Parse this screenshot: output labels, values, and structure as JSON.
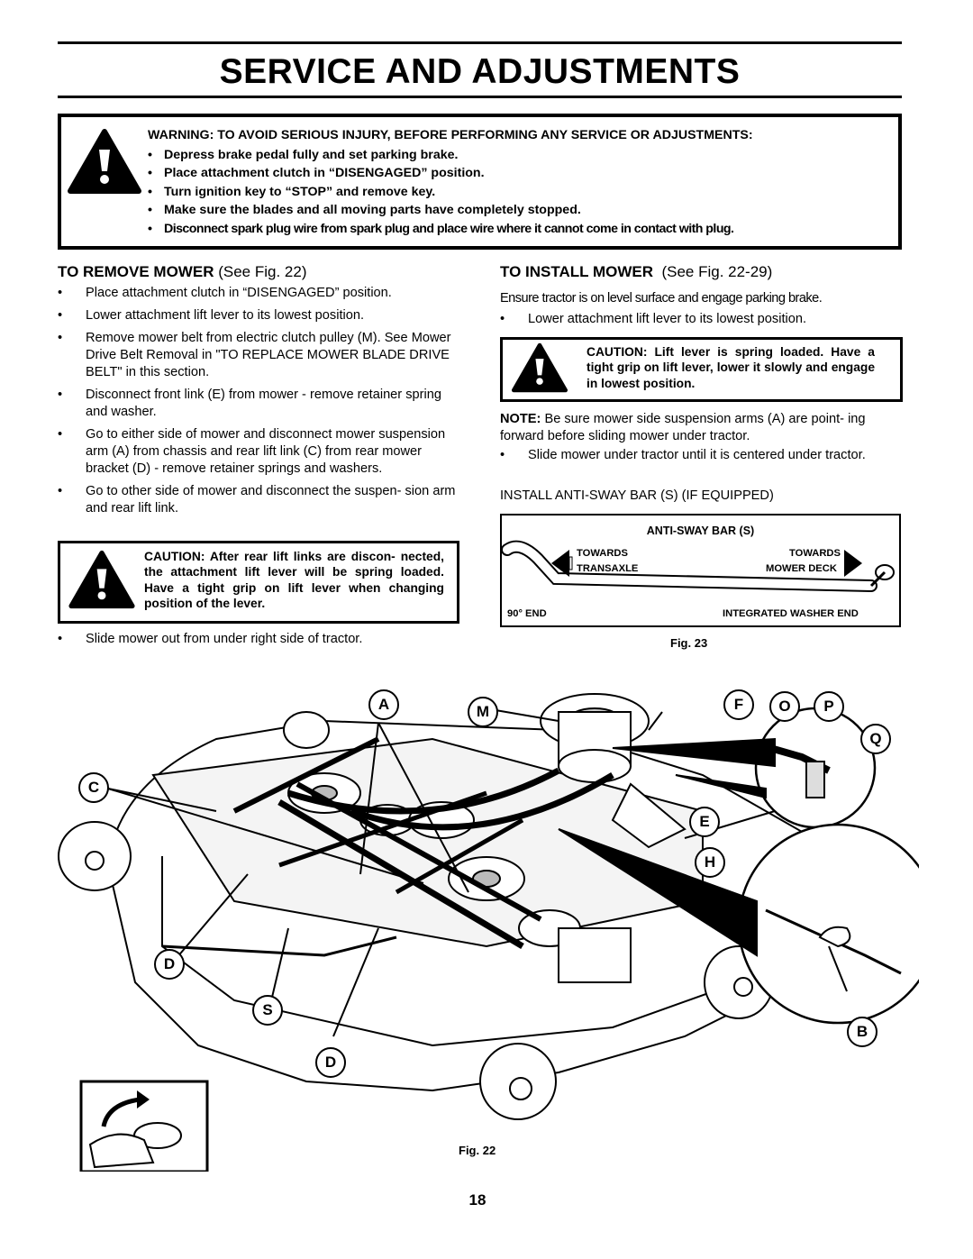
{
  "page": {
    "title": "SERVICE AND ADJUSTMENTS",
    "number": "18"
  },
  "warning": {
    "heading": "WARNING: TO AVOID SERIOUS INJURY, BEFORE PERFORMING ANY SERVICE OR ADJUSTMENTS:",
    "items": [
      "Depress brake pedal fully and set parking brake.",
      "Place attachment clutch  in “DISENGAGED” position.",
      "Turn ignition key to “STOP” and remove key.",
      "Make sure the blades and all moving parts have completely stopped.",
      "Disconnect spark plug wire from spark plug and place wire where it cannot come in contact with plug."
    ]
  },
  "remove": {
    "heading_main": "TO REMOVE MOWER",
    "heading_ref": "(See Fig. 22)",
    "items": [
      "Place attachment clutch in “DISENGAGED” position.",
      "Lower attachment lift lever to its lowest position.",
      "Remove mower belt from electric clutch pulley (M). See Mower Drive Belt Removal in \"TO REPLACE MOWER BLADE DRIVE BELT\" in this section.",
      "Disconnect front link (E) from mower - remove retainer spring and washer.",
      "Go to either side of mower and disconnect mower suspension arm (A) from chassis and rear lift link (C) from rear mower bracket (D) - remove retainer springs and washers.",
      "Go to other side of mower and disconnect the suspen- sion arm and rear lift link."
    ],
    "caution": "CAUTION: After rear lift links are discon- nected, the attachment lift lever will be spring loaded. Have a tight grip on lift lever when changing position of the lever.",
    "final_item": "Slide mower out from under right side of tractor."
  },
  "install": {
    "heading_main": "TO INSTALL MOWER",
    "heading_ref": "(See Fig. 22-29)",
    "intro": "Ensure tractor is on level surface and engage parking brake.",
    "item1": "Lower attachment lift lever to its lowest position.",
    "caution": "CAUTION: Lift lever is spring loaded. Have a tight grip on lift lever, lower it slowly and engage in lowest position.",
    "note_label": "NOTE:",
    "note_text": " Be sure mower side suspension arms (A) are point- ing forward before sliding mower under tractor.",
    "item2": "Slide mower under tractor until it is centered under tractor.",
    "antisway_heading": "INSTALL ANTI-SWAY BAR (S) (IF EQUIPPED)"
  },
  "fig23": {
    "title": "ANTI-SWAY BAR (S)",
    "towards_left": [
      "TOWARDS",
      "TRANSAXLE"
    ],
    "towards_right": [
      "TOWARDS",
      "MOWER DECK"
    ],
    "end_left": "90° END",
    "end_right": "INTEGRATED WASHER END",
    "caption": "Fig. 23"
  },
  "fig22": {
    "caption": "Fig. 22",
    "letters": [
      "A",
      "M",
      "F",
      "O",
      "P",
      "Q",
      "C",
      "E",
      "H",
      "D",
      "S",
      "B",
      "D"
    ]
  },
  "colors": {
    "ink": "#000000",
    "paper": "#ffffff"
  },
  "icons": [
    "warning-triangle-icon"
  ]
}
